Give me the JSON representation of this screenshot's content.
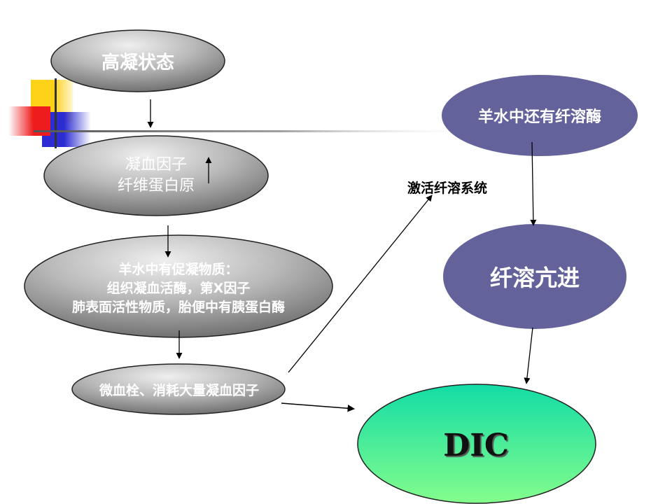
{
  "nodes": {
    "hypercoag": "高凝状态",
    "factors_line1": "凝血因子",
    "factors_line2": "纤维蛋白原",
    "procoag_line1": "羊水中有促凝物质：",
    "procoag_line2": "组织凝血活酶，第X因子",
    "procoag_line3": "肺表面活性物质，胎便中有胰蛋白酶",
    "microthrombus": "微血栓、消耗大量凝血因子",
    "fibrinolysin": "羊水中还有纤溶酶",
    "hyperfibrinolysis": "纤溶亢进",
    "dic": "DIC"
  },
  "edge_labels": {
    "activate": "激活纤溶系统"
  },
  "colors": {
    "grey_light": "#e6e6e6",
    "grey_dark": "#6c6c6c",
    "purple": "#64629a",
    "green_top": "#15dea2",
    "green_bottom": "#7dfc8e",
    "accent_yellow": "#ffd21a",
    "accent_red": "#ee1c1c",
    "accent_blue": "#2c2cd2"
  }
}
